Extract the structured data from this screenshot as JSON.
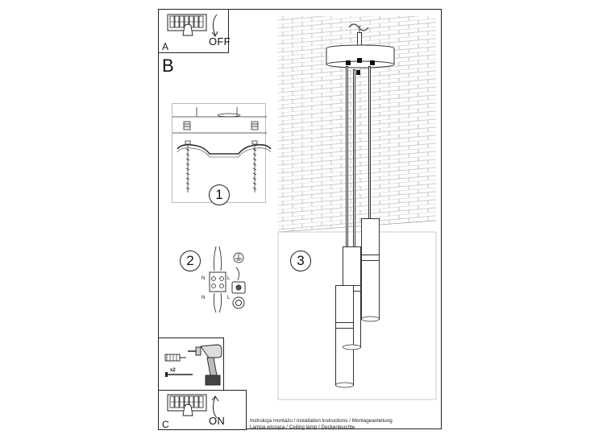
{
  "panels": {
    "a": {
      "label": "A",
      "action": "OFF"
    },
    "b": {
      "label": "B"
    },
    "c": {
      "label": "C",
      "action": "ON"
    }
  },
  "steps": [
    {
      "number": "1"
    },
    {
      "number": "2"
    },
    {
      "number": "3"
    }
  ],
  "wiring": {
    "neutral_label": "N",
    "live_label": "L"
  },
  "tools": {
    "quantity_label": "x2"
  },
  "footer": {
    "line1": "Instrukcja montażu / installation instructions / Montageanleitung",
    "line2": "Lampa wisząca / Ceiling lamp / Deckenleuchte"
  }
}
